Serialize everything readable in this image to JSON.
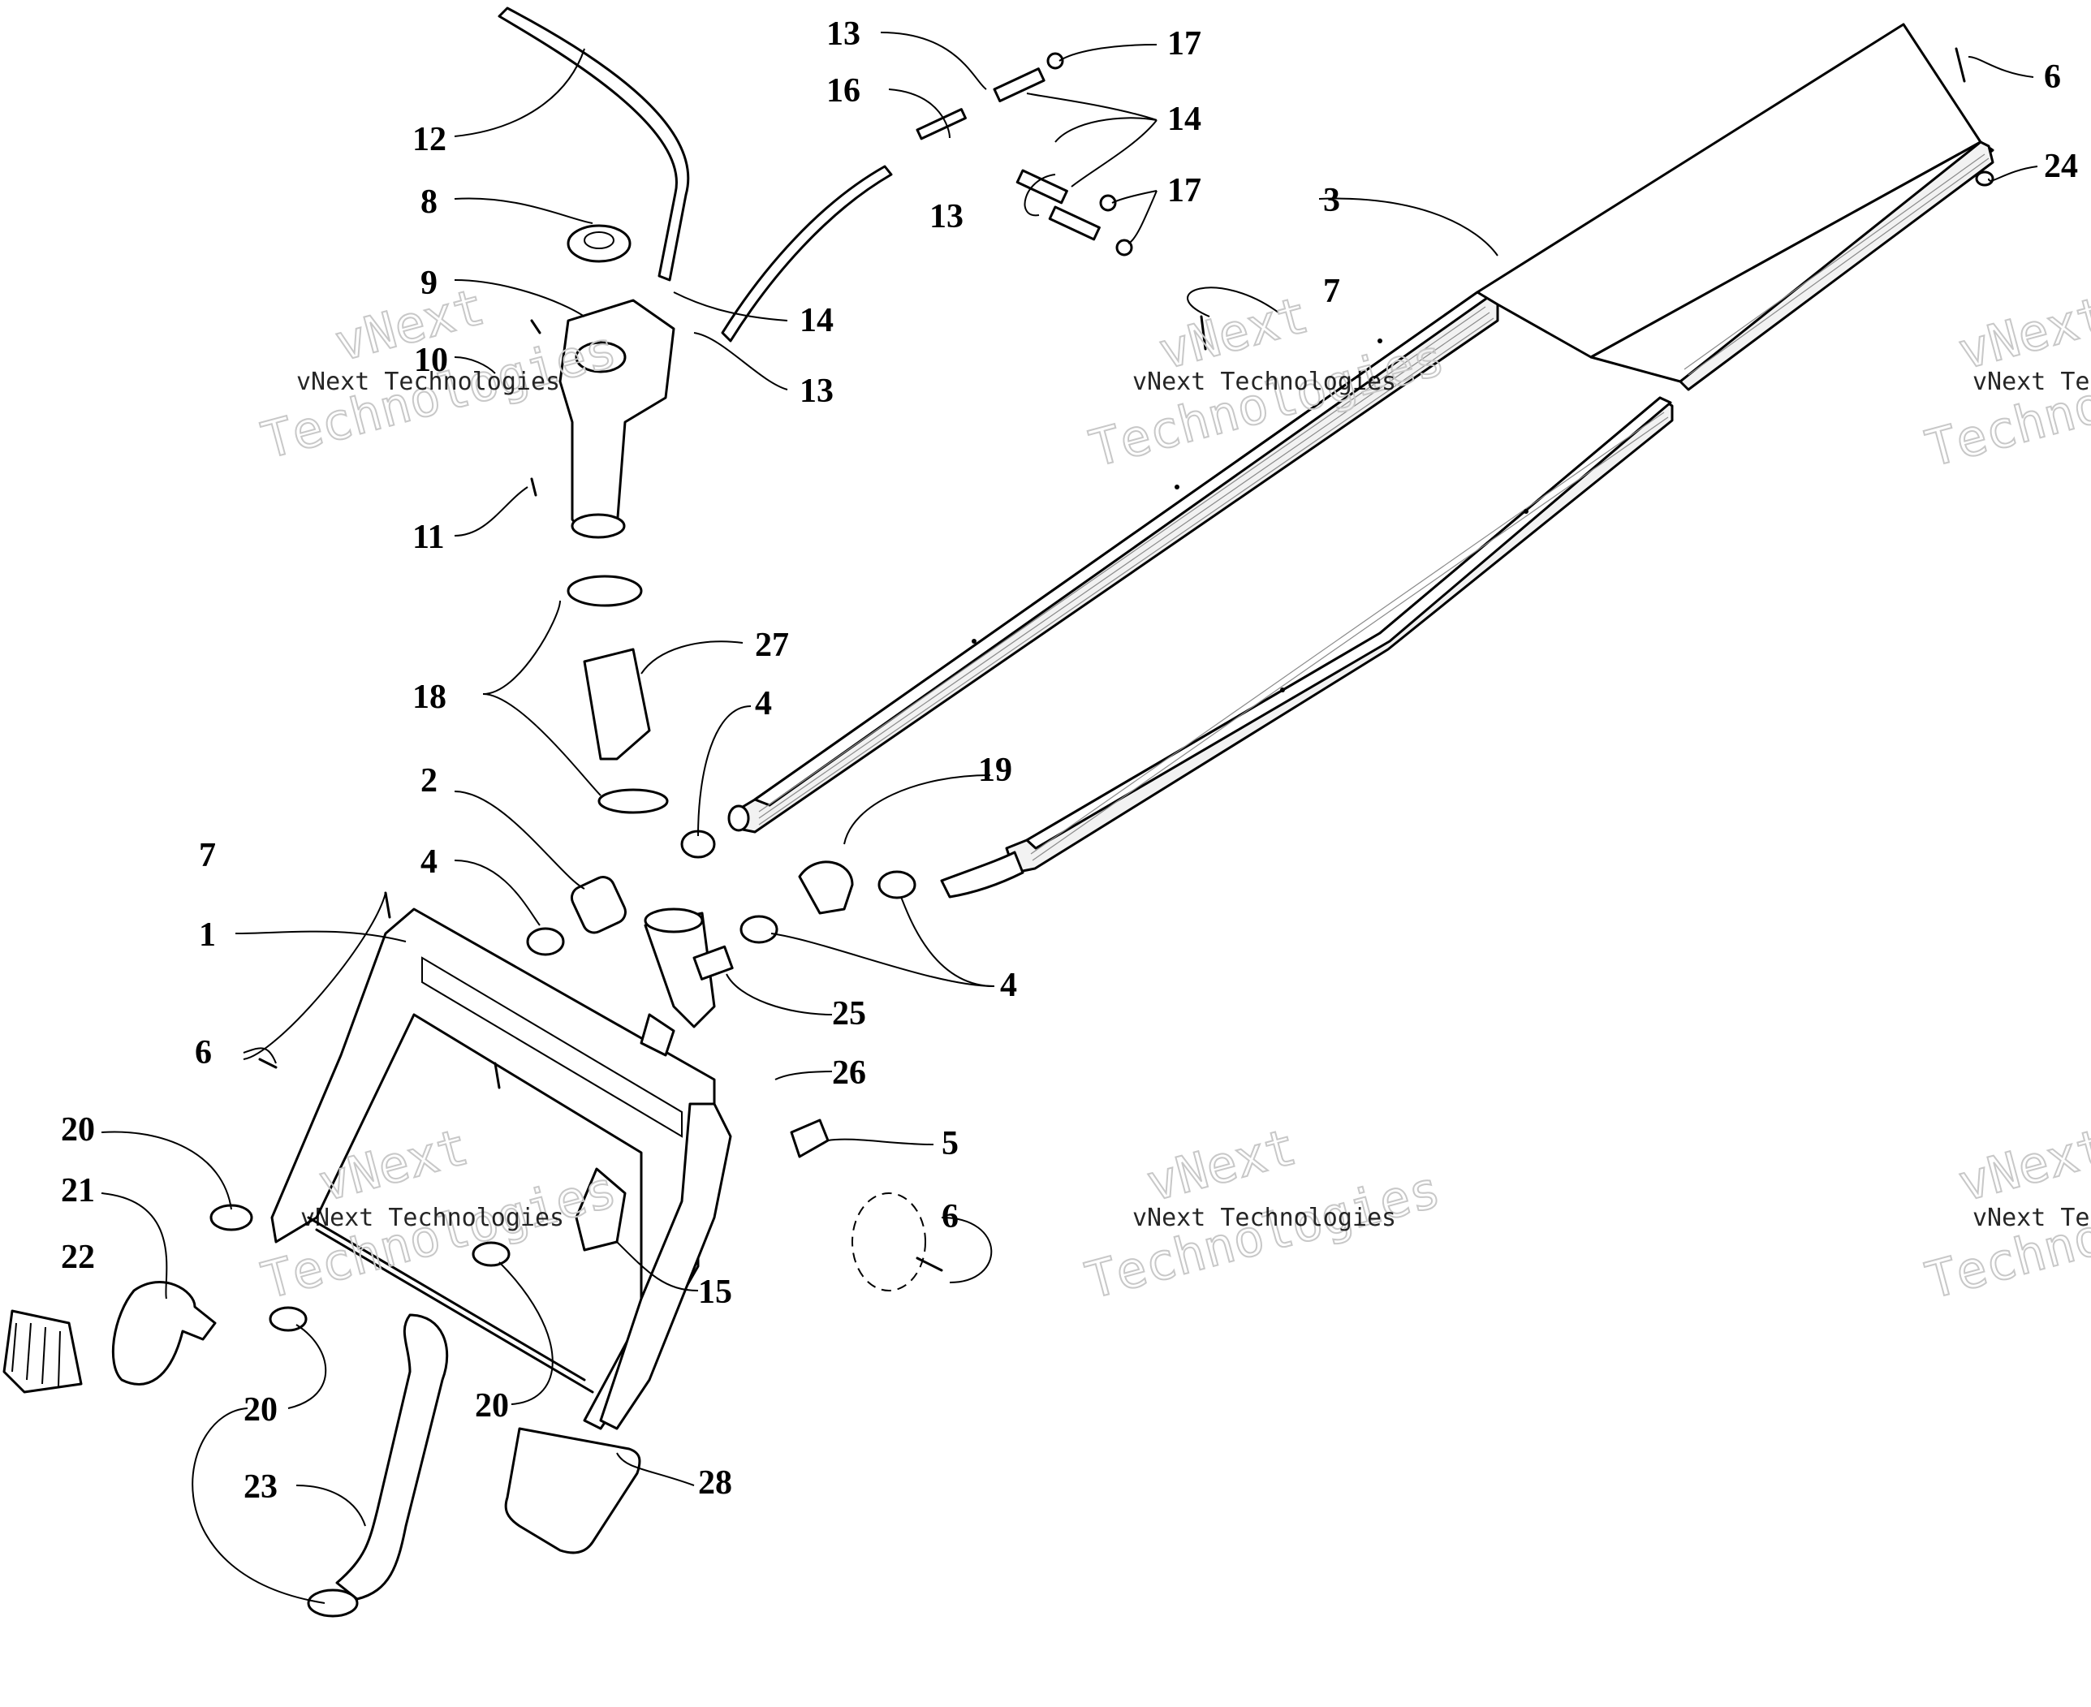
{
  "callouts": {
    "c1": "1",
    "c2": "2",
    "c3": "3",
    "c4a": "4",
    "c4b": "4",
    "c4c": "4",
    "c5": "5",
    "c6a": "6",
    "c6b": "6",
    "c6c": "6",
    "c7a": "7",
    "c7b": "7",
    "c8": "8",
    "c9": "9",
    "c10": "10",
    "c11": "11",
    "c12": "12",
    "c13a": "13",
    "c13b": "13",
    "c13c": "13",
    "c14a": "14",
    "c14b": "14",
    "c15": "15",
    "c16": "16",
    "c17a": "17",
    "c17b": "17",
    "c18": "18",
    "c19": "19",
    "c20a": "20",
    "c20b": "20",
    "c20c": "20",
    "c21": "21",
    "c22": "22",
    "c23": "23",
    "c24": "24",
    "c25": "25",
    "c26": "26",
    "c27": "27",
    "c28": "28"
  },
  "watermark": {
    "line1": "vNext Technologies",
    "big1": "vNext",
    "big2": "Technologies"
  }
}
